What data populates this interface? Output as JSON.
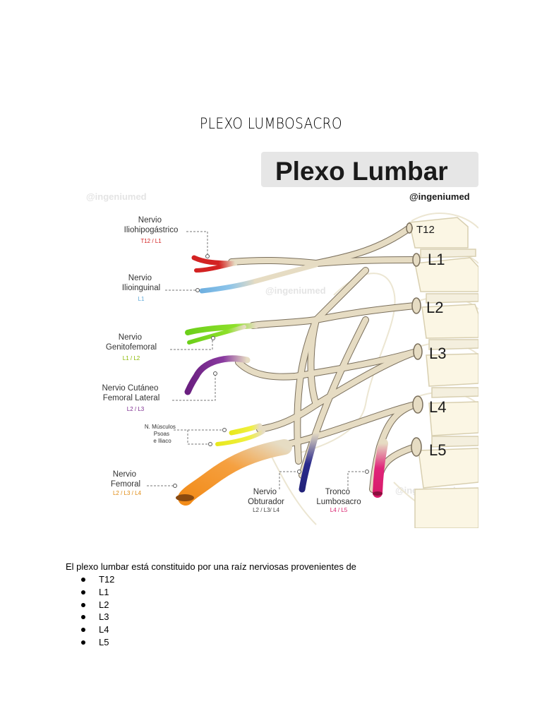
{
  "document": {
    "title": "PLEXO LUMBOSACRO",
    "intro": "El plexo lumbar está constituido por una raíz nerviosas provenientes de",
    "roots": [
      "T12",
      "L1",
      "L2",
      "L3",
      "L4",
      "L5"
    ]
  },
  "figure": {
    "heading": "Plexo Lumbar",
    "handle": "@ingeniumed",
    "watermark": "@ingeniumed",
    "vertebrae": [
      "T12",
      "L1",
      "L2",
      "L3",
      "L4",
      "L5"
    ],
    "nerves": [
      {
        "name_lines": [
          "Nervio",
          "Iliohipogástrico"
        ],
        "roots": "T12 / L1",
        "color": "#d32222"
      },
      {
        "name_lines": [
          "Nervio",
          "Ilioinguinal"
        ],
        "roots": "L1",
        "color": "#7fb8e0"
      },
      {
        "name_lines": [
          "Nervio",
          "Genitofemoral"
        ],
        "roots": "L1 / L2",
        "color": "#7ed321"
      },
      {
        "name_lines": [
          "Nervio Cutáneo",
          "Femoral Lateral"
        ],
        "roots": "L2 / L3",
        "color": "#7b2a8e"
      },
      {
        "name_lines": [
          "N. Músculos",
          "Psoas",
          "e Iliaco"
        ],
        "roots": "",
        "color": "#e8e81e"
      },
      {
        "name_lines": [
          "Nervio",
          "Femoral"
        ],
        "roots": "L2 / L3 / L4",
        "color": "#f28c1a"
      },
      {
        "name_lines": [
          "Nervio",
          "Obturador"
        ],
        "roots": "L2 / L3/ L4",
        "color": "#2a2a8c"
      },
      {
        "name_lines": [
          "Tronco",
          "Lumbosacro"
        ],
        "roots": "L4 / L5",
        "color": "#e0257a"
      }
    ],
    "colors": {
      "nerve": "#e6dcc3",
      "nerve_edge": "#7a6f5c",
      "bone": "#fbf6e4",
      "bone_edge": "#d8cfb0"
    }
  }
}
